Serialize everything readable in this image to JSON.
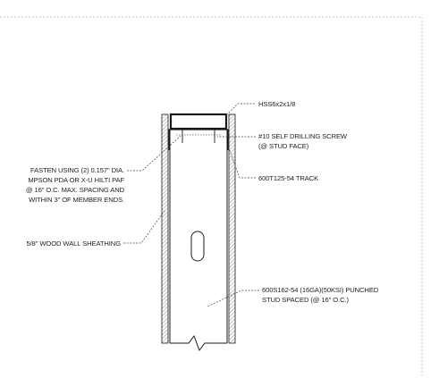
{
  "colors": {
    "line": "#1a1a1a",
    "leader": "#444444",
    "border": "#bdbdbd",
    "hatch": "#8a8a8a",
    "text": "#222222"
  },
  "labels": {
    "hss": "HSS6x2x1/8",
    "screw_line1": "#10 SELF DRILLING SCREW",
    "screw_line2": "(@ STUD FACE)",
    "track": "600T125-54 TRACK",
    "stud_line1": "600S162-54 (16GA)(50KSI) PUNCHED",
    "stud_line2": "STUD SPACED (@ 16\" O.C.)",
    "fasten_line1": "FASTEN USING (2) 0.157\" DIA.",
    "fasten_line2": "MPSON PDA OR X-U HILTI PAF",
    "fasten_line3": "@ 16\" O.C. MAX. SPACING AND",
    "fasten_line4": "WITHIN 3\" OF MEMBER ENDS.",
    "sheathing": "5/8\" WOOD WALL SHEATHING"
  }
}
